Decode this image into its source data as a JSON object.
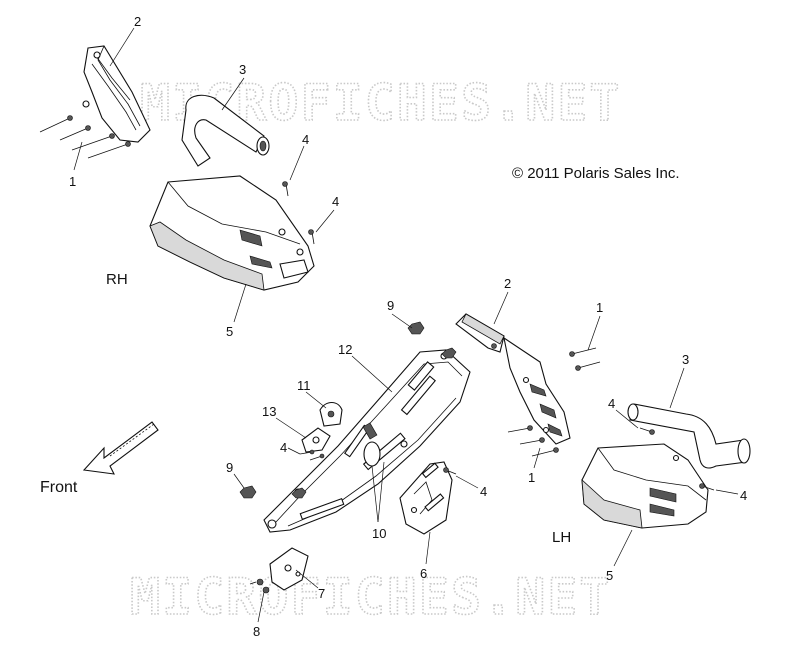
{
  "watermark": {
    "top_text": "MICROFICHES.NET",
    "bottom_text": "MICROFICHES.NET"
  },
  "copyright": "© 2011 Polaris Sales Inc.",
  "side_labels": {
    "right": "RH",
    "left": "LH"
  },
  "direction_label": "Front",
  "callouts": {
    "rh_1": "1",
    "rh_2": "2",
    "rh_3": "3",
    "rh_4a": "4",
    "rh_4b": "4",
    "rh_5": "5",
    "c_12": "12",
    "c_9a": "9",
    "c_9b": "9",
    "c_11": "11",
    "c_13": "13",
    "c_4": "4",
    "c_10": "10",
    "c_6": "6",
    "c_4c": "4",
    "c_7": "7",
    "c_8": "8",
    "lh_2": "2",
    "lh_1a": "1",
    "lh_1b": "1",
    "lh_3": "3",
    "lh_4a": "4",
    "lh_4b": "4",
    "lh_5": "5"
  },
  "colors": {
    "line": "#111111",
    "watermark": "#c9c9c9",
    "fill_shade": "#d9d9d9"
  }
}
